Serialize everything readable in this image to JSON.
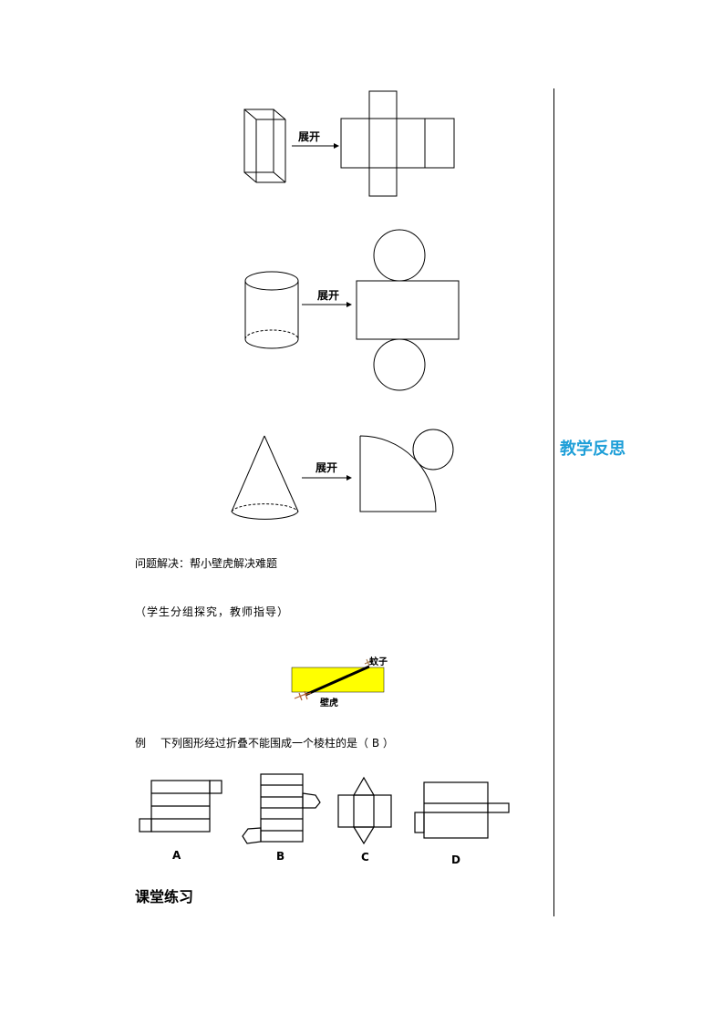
{
  "figures": {
    "prism": {
      "unfold_label": "展开"
    },
    "cylinder": {
      "unfold_label": "展开"
    },
    "cone": {
      "unfold_label": "展开"
    }
  },
  "problem": {
    "text": "问题解决：帮小壁虎解决难题"
  },
  "note": {
    "text": "（学生分组探究，教师指导）"
  },
  "gecko_figure": {
    "mosquito_label": "蚊子",
    "gecko_label": "壁虎",
    "box_color": "#ffff00"
  },
  "example": {
    "label": "例",
    "text": "下列图形经过折叠不能围成一个棱柱的是（ B ）",
    "options": [
      "A",
      "B",
      "C",
      "D"
    ]
  },
  "section": {
    "title": "课堂练习"
  },
  "side": {
    "title": "教学反思",
    "color": "#1f9fd8"
  }
}
